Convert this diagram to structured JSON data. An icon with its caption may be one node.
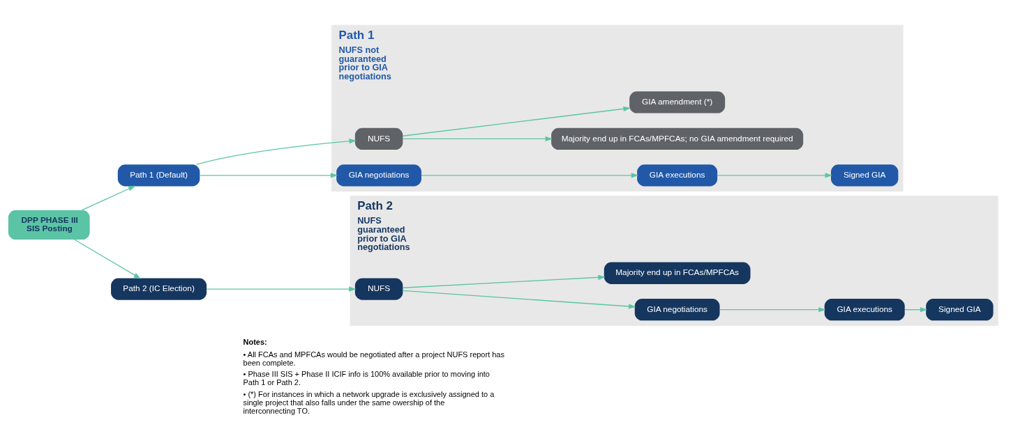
{
  "diagram": {
    "nodes": [
      {
        "text": [
          "Path 1",
          "NUFS not guaranteed prior to GIA negotiations"
        ]
      },
      {
        "text": [
          "NUFS"
        ],
        "in": 0
      },
      {
        "text": [
          "Majority end up in FCAs/MPFCAs; no GIA amendment required"
        ],
        "in": 0
      },
      {
        "text": [
          "GIA amendment (*)"
        ],
        "in": 0
      },
      {
        "text": [
          "GIA negotiations"
        ],
        "in": 0
      },
      {
        "text": [
          "GIA executions"
        ],
        "in": 0
      },
      {
        "text": [
          "Signed GIA"
        ],
        "in": 0
      },
      {
        "text": [
          "DPP PHASE III SIS Posting"
        ]
      },
      {
        "text": [
          "Path 1 (Default)"
        ]
      },
      {
        "text": [
          "Path 2 (IC Election)"
        ]
      },
      {
        "text": [
          "Path 2",
          "NUFS guaranteed prior to GIA negotiations"
        ]
      },
      {
        "text": [
          "NUFS"
        ],
        "in": 10
      },
      {
        "text": [
          "GIA negotiations"
        ],
        "in": 10
      },
      {
        "text": [
          "GIA executions"
        ],
        "in": 10
      },
      {
        "text": [
          "Signed GIA"
        ],
        "in": 10
      },
      {
        "text": [
          "Majority end up in FCAs/MPFCAs"
        ],
        "in": 10
      }
    ],
    "edges": [
      {
        "from": 7,
        "to": 8,
        "arrow": "to"
      },
      {
        "from": 7,
        "to": 9,
        "arrow": "to"
      },
      {
        "from": 8,
        "to": 1,
        "arrow": "to"
      },
      {
        "from": 8,
        "to": 4,
        "arrow": "to"
      },
      {
        "from": 1,
        "to": 2,
        "arrow": "to"
      },
      {
        "from": 1,
        "to": 3,
        "arrow": "to"
      },
      {
        "from": 4,
        "to": 5,
        "arrow": "to"
      },
      {
        "from": 5,
        "to": 6,
        "arrow": "to"
      },
      {
        "from": 9,
        "to": 11,
        "arrow": "to"
      },
      {
        "from": 11,
        "to": 12,
        "arrow": "to"
      },
      {
        "from": 12,
        "to": 13,
        "arrow": "to"
      },
      {
        "from": 13,
        "to": 14,
        "arrow": "to"
      },
      {
        "from": 11,
        "to": 15,
        "arrow": "to"
      }
    ],
    "labels": [
      "Notes:",
      "• All FCAs and MPFCAs would be negotiated after a project NUFS report has been complete.",
      "• Phase III SIS + Phase II ICIF info is 100% available prior to moving into Path 1 or Path 2.",
      "• (*) For instances in which a network upgrade is exclusively assigned to a single project that also falls under the same owership of the interconnecting TO."
    ]
  }
}
